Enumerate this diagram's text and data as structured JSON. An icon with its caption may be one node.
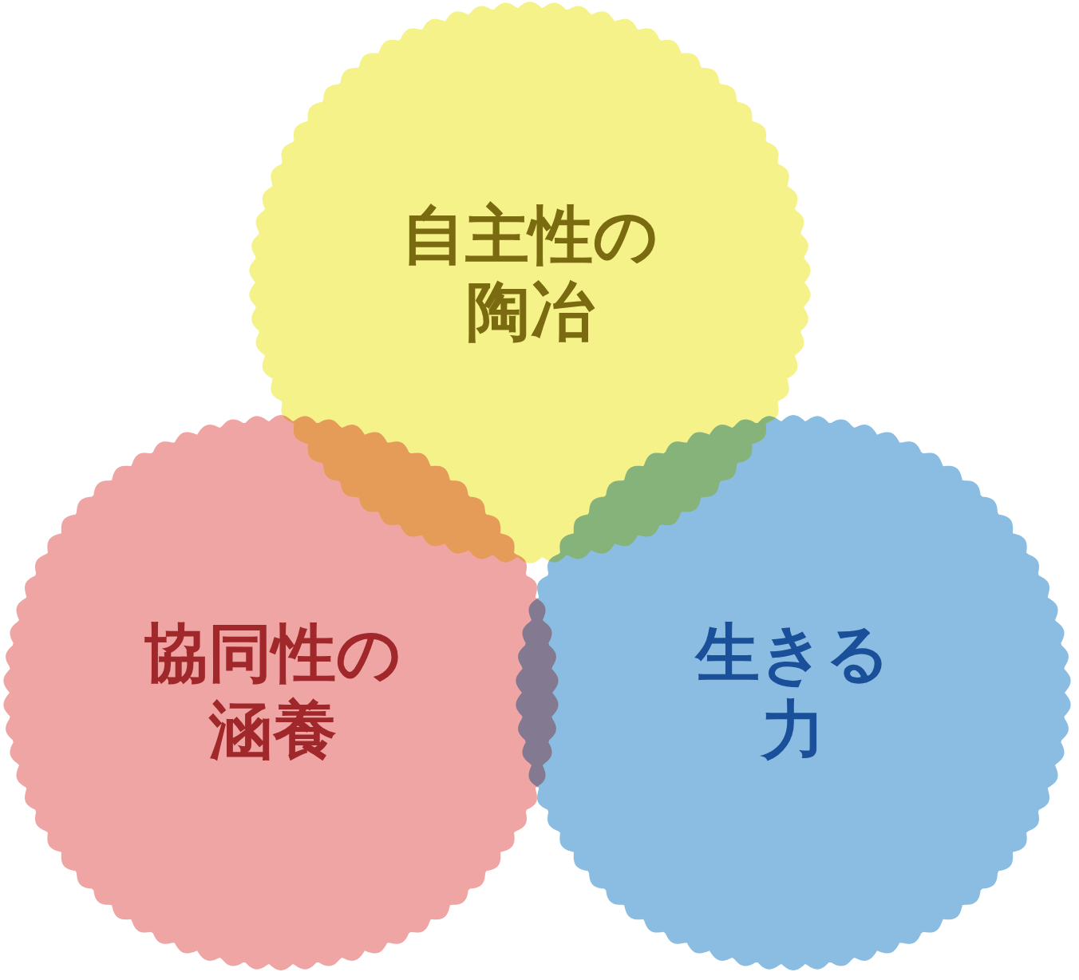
{
  "diagram": {
    "nodes": [
      {
        "text": [
          "自主性の陶冶"
        ]
      },
      {
        "text": [
          "協同性の涵養"
        ]
      },
      {
        "text": [
          "生きる力"
        ]
      }
    ]
  }
}
